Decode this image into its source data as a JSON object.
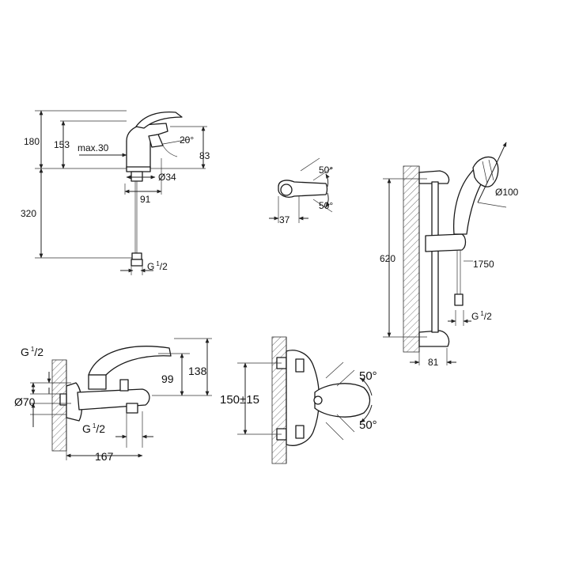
{
  "basin_mixer": {
    "total_height": "180",
    "spout_height": "153",
    "max_label": "max.30",
    "lever_angle": "20°",
    "lever_height": "83",
    "base_diameter": "Ø34",
    "spout_reach": "91",
    "hose_length": "320",
    "connection": "G",
    "connection_sup": "1",
    "connection_sub": "/2"
  },
  "lever_detail": {
    "angle_up": "50°",
    "angle_down": "50°",
    "width": "37"
  },
  "shower_set": {
    "rail_height": "620",
    "head_diameter": "Ø100",
    "hose_length": "1750",
    "connection": "G",
    "connection_sup": "1",
    "connection_sub": "/2",
    "wall_distance": "81"
  },
  "bath_mixer": {
    "connection_top": "G",
    "connection_top_sup": "1",
    "connection_top_sub": "/2",
    "rosette_diameter": "Ø70",
    "spout_height": "99",
    "total_height": "138",
    "connection_bottom": "G",
    "connection_bottom_sup": "1",
    "connection_bottom_sub": "/2",
    "reach": "167"
  },
  "thermo_mixer": {
    "center_distance": "150±15",
    "angle_up": "50°",
    "angle_down": "50°"
  }
}
